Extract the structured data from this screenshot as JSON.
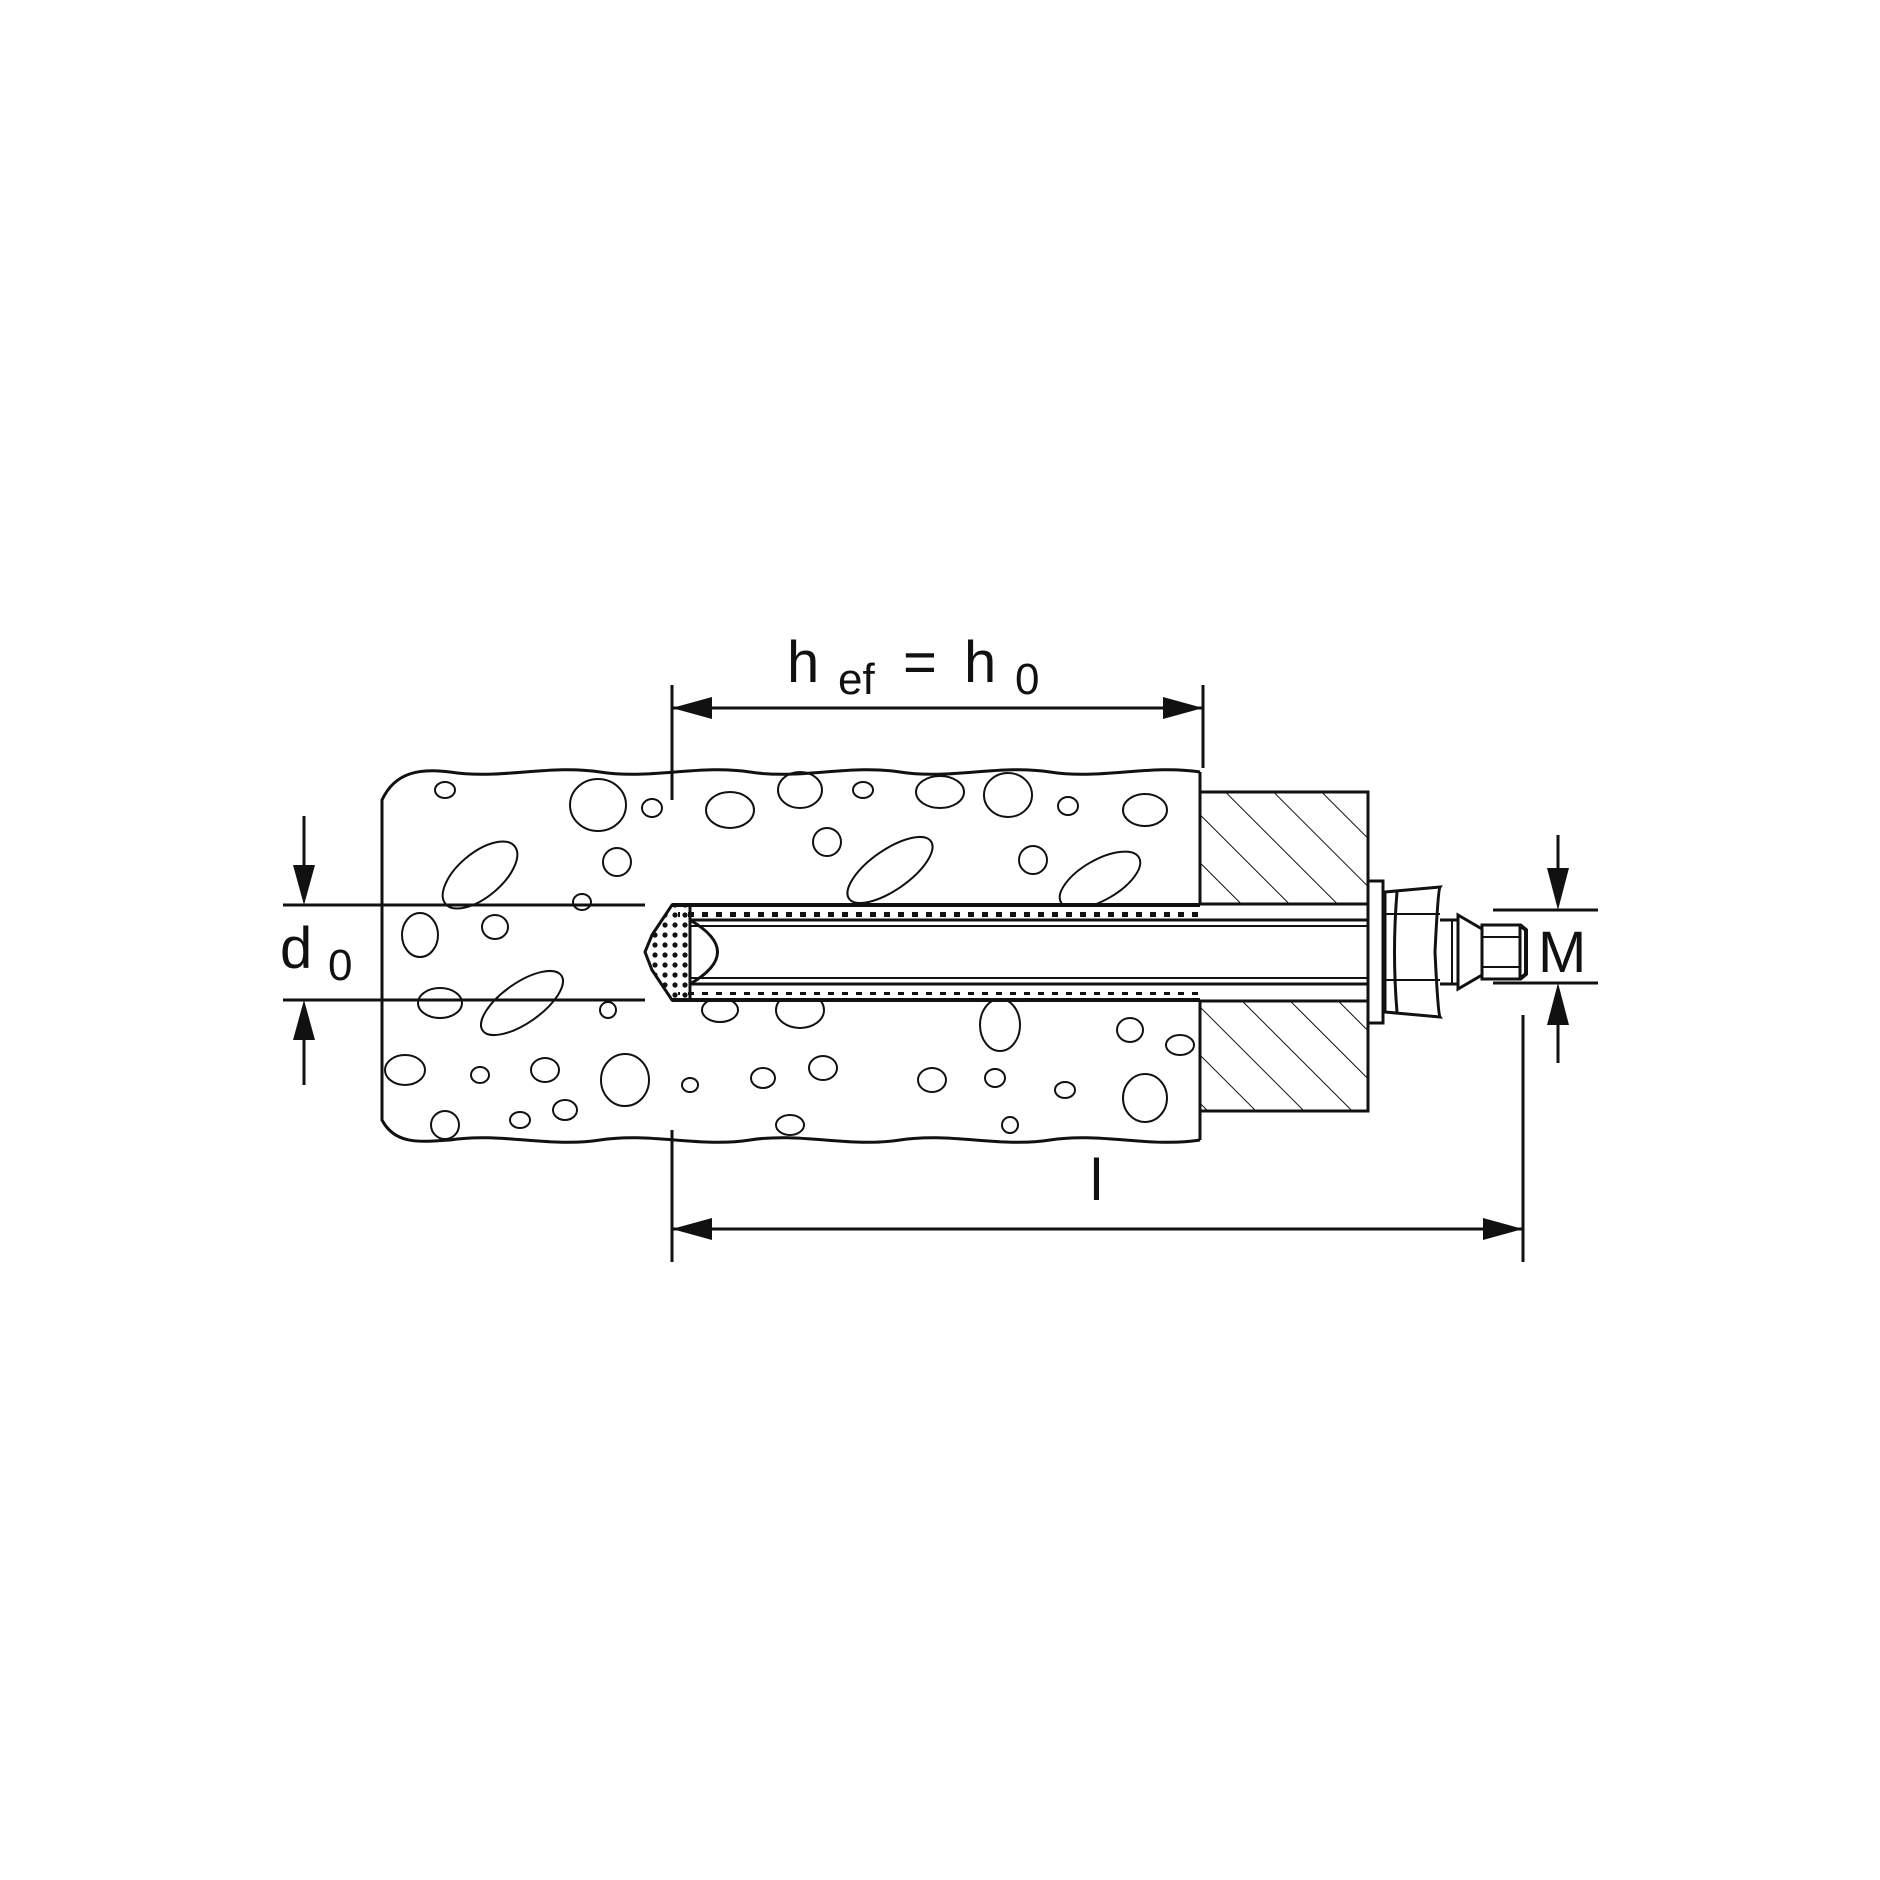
{
  "diagram": {
    "title": "Bonded anchor installation: threaded rod set in concrete with fixture, washer and nut",
    "colors": {
      "ink": "#111111",
      "background": "#ffffff"
    },
    "dimensions": {
      "embedment": {
        "symbol": "h",
        "subscript": "ef",
        "equals": "=",
        "symbol2": "h",
        "subscript2": "0",
        "meaning": "effective embedment depth equals drill hole depth"
      },
      "hole_diameter": {
        "symbol": "d",
        "subscript": "0",
        "meaning": "drill hole diameter"
      },
      "thread": {
        "symbol": "M",
        "meaning": "thread size of anchor rod"
      },
      "length": {
        "symbol": "l",
        "meaning": "anchor rod length"
      }
    },
    "components": [
      "concrete base material",
      "drill hole with mortar",
      "threaded anchor rod",
      "fixture plate (hatched)",
      "washer",
      "hex nut"
    ]
  }
}
